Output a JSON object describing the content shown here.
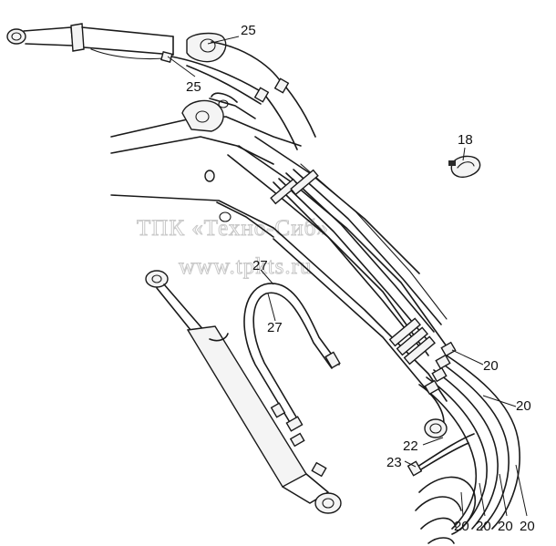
{
  "watermark": {
    "line1": "ТПК «Техно-Сиб»",
    "line2": "www.tpkts.ru"
  },
  "callouts": {
    "c25a": "25",
    "c25b": "25",
    "c18": "18",
    "c27a": "27",
    "c27b": "27",
    "c20a": "20",
    "c20b": "20",
    "c22": "22",
    "c23": "23",
    "c20c": "20",
    "c20d": "20",
    "c20e": "20",
    "c20f": "20"
  }
}
